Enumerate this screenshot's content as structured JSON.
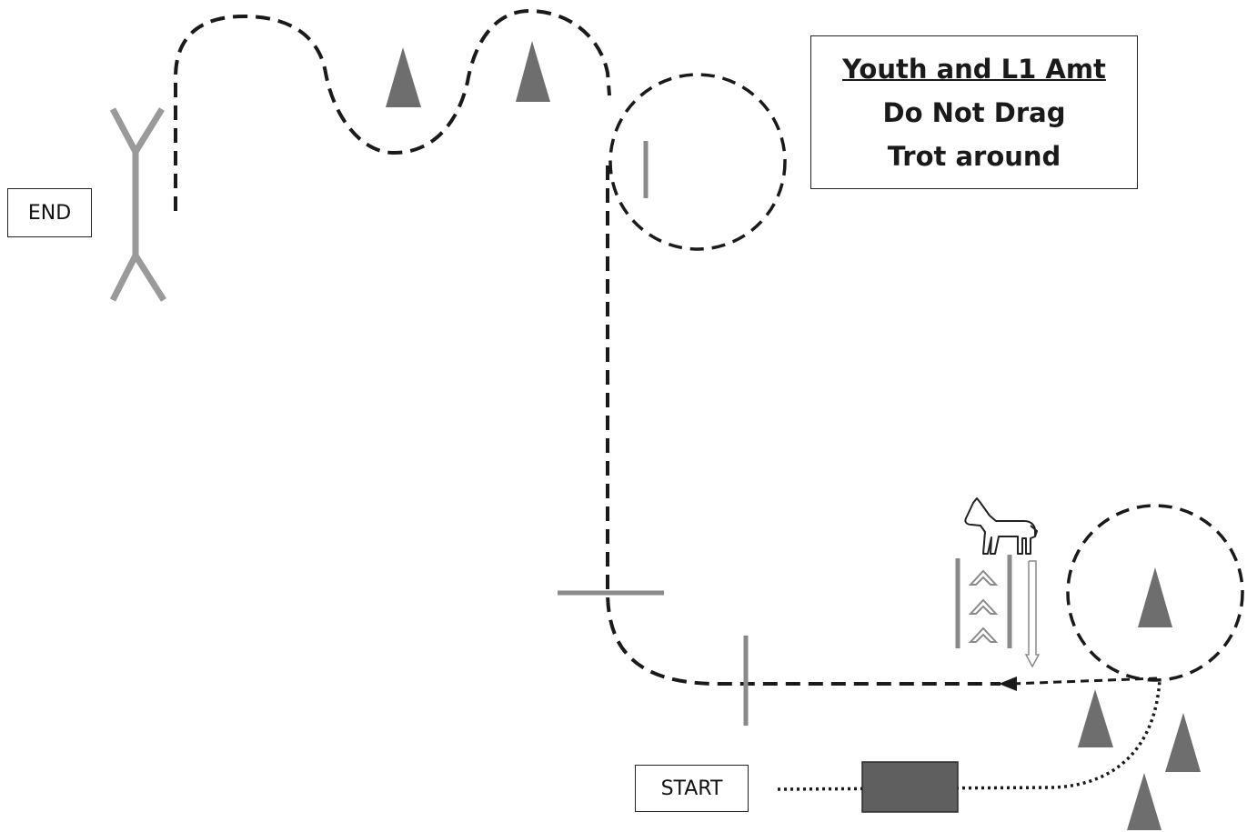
{
  "labels": {
    "end": "END",
    "start": "START"
  },
  "info": {
    "title": "Youth and L1 Amt",
    "line2": "Do Not Drag",
    "line3": "Trot around"
  },
  "colors": {
    "path": "#1a1a1a",
    "pole": "#8a8a8a",
    "cone": "#6e6e6e",
    "box": "#5f5f5f"
  },
  "icons": [
    "horse-icon",
    "chevron-up-icon",
    "arrow-left-icon",
    "arrow-down-icon"
  ]
}
